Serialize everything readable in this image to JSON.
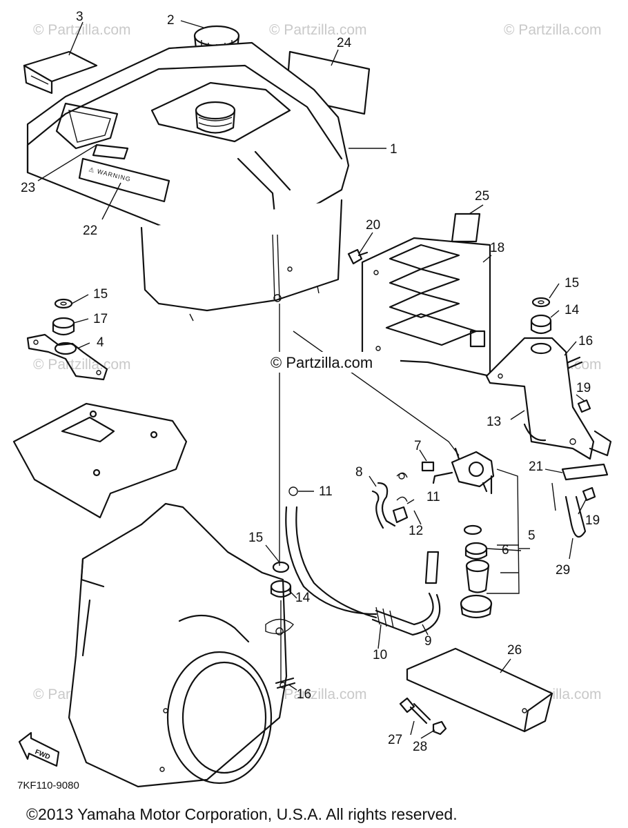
{
  "watermark": "© Partzilla.com",
  "center_watermark": "© Partzilla.com",
  "diagram_code": "7KF110-9080",
  "copyright": "©2013  Yamaha Motor Corporation, U.S.A. All rights reserved.",
  "tank_label": "⚠ WARNING",
  "fwd_label": "FWD",
  "callouts": {
    "c1": "1",
    "c2": "2",
    "c3": "3",
    "c4": "4",
    "c5": "5",
    "c6": "6",
    "c7": "7",
    "c8": "8",
    "c9": "9",
    "c10": "10",
    "c11a": "11",
    "c11b": "11",
    "c12": "12",
    "c13": "13",
    "c14a": "14",
    "c14b": "14",
    "c15a": "15",
    "c15b": "15",
    "c15c": "15",
    "c16a": "16",
    "c16b": "16",
    "c17": "17",
    "c18": "18",
    "c19a": "19",
    "c19b": "19",
    "c20": "20",
    "c21": "21",
    "c22": "22",
    "c23": "23",
    "c24": "24",
    "c25": "25",
    "c26": "26",
    "c27": "27",
    "c28": "28",
    "c29": "29"
  }
}
